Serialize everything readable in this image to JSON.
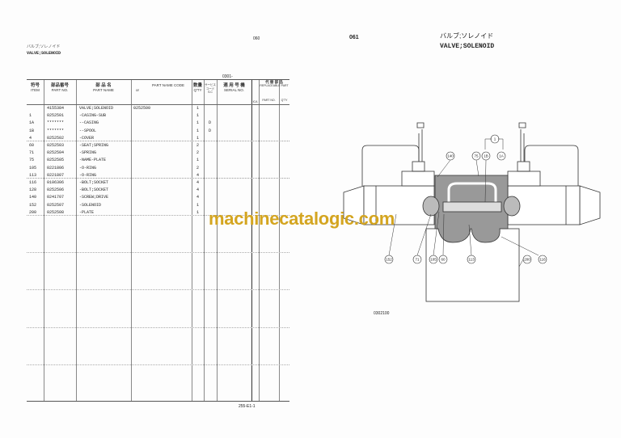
{
  "left_page": {
    "title_jp": "バルブ;ソレノイド",
    "title": "VALVE;SOLENOID",
    "page_no": "060",
    "section_code": "0301-",
    "footer": "255-E1-1"
  },
  "right_page": {
    "title_jp": "バルブ;ソレノイド",
    "title": "VALVE;SOLENOID",
    "page_no": "061",
    "figure_code": "0302100"
  },
  "table": {
    "headers": {
      "item_jp": "符号",
      "item": "ITEM",
      "partno_jp": "部品番号",
      "partno": "PART NO.",
      "name_jp": "部 品 名",
      "name": "PART NAME",
      "or": "or",
      "code": "PART NAME CODE",
      "qty_jp": "数量",
      "qty": "Q'TY",
      "sc_jp": "サービスコード",
      "sc": "S.C",
      "serial_jp": "適 用 号 機",
      "serial": "SERIAL NO.",
      "ica": "ICA",
      "repl_jp": "代 替 部 品",
      "repl": "REPLACEABLE PART",
      "repl_partno": "PART NO.",
      "repl_qty": "Q'TY"
    },
    "rows": [
      {
        "item": "",
        "part_no": "4155384",
        "name": "VALVE;SOLENOID",
        "code": "0252500",
        "qty": "1",
        "sc": ""
      },
      {
        "item": "1",
        "part_no": "0252501",
        "name": "-CASING-SUB",
        "code": "",
        "qty": "1",
        "sc": ""
      },
      {
        "item": "1A",
        "part_no": "*******",
        "name": "--CASING",
        "code": "",
        "qty": "1",
        "sc": "D"
      },
      {
        "item": "1B",
        "part_no": "*******",
        "name": "--SPOOL",
        "code": "",
        "qty": "1",
        "sc": "D"
      },
      {
        "item": "4",
        "part_no": "0252502",
        "name": "-COVER",
        "code": "",
        "qty": "1",
        "sc": ""
      },
      {
        "item": "60",
        "part_no": "0252503",
        "name": "-SEAT;SPRING",
        "code": "",
        "qty": "2",
        "sc": ""
      },
      {
        "item": "71",
        "part_no": "0252504",
        "name": "-SPRING",
        "code": "",
        "qty": "2",
        "sc": ""
      },
      {
        "item": "75",
        "part_no": "0252505",
        "name": "-NAME-PLATE",
        "code": "",
        "qty": "1",
        "sc": ""
      },
      {
        "item": "105",
        "part_no": "0221806",
        "name": "-O-RING",
        "code": "",
        "qty": "2",
        "sc": ""
      },
      {
        "item": "113",
        "part_no": "0221807",
        "name": "-O-RING",
        "code": "",
        "qty": "4",
        "sc": ""
      },
      {
        "item": "116",
        "part_no": "0106306",
        "name": "-BOLT;SOCKET",
        "code": "",
        "qty": "4",
        "sc": ""
      },
      {
        "item": "128",
        "part_no": "0252506",
        "name": "-BOLT;SOCKET",
        "code": "",
        "qty": "4",
        "sc": ""
      },
      {
        "item": "140",
        "part_no": "0241707",
        "name": "-SCREW;DRIVE",
        "code": "",
        "qty": "4",
        "sc": ""
      },
      {
        "item": "152",
        "part_no": "0252507",
        "name": "-SOLENOID",
        "code": "",
        "qty": "1",
        "sc": ""
      },
      {
        "item": "200",
        "part_no": "0252508",
        "name": "-PLATE",
        "code": "",
        "qty": "1",
        "sc": ""
      }
    ]
  },
  "callouts": [
    "140",
    "75",
    "1B",
    "1A",
    "1",
    "152",
    "71",
    "105",
    "60",
    "113",
    "200",
    "116"
  ],
  "watermark": "machinecatalogic.com",
  "colors": {
    "watermark": "#d4a520",
    "section": "#9a9a9a"
  }
}
